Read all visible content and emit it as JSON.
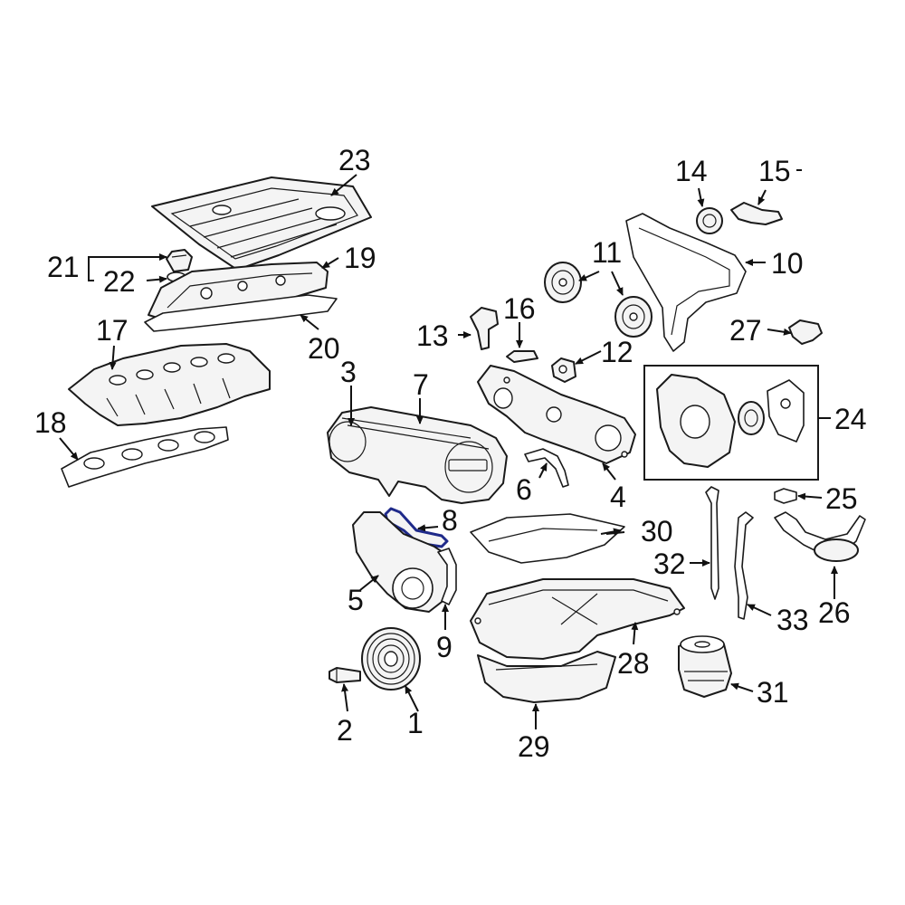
{
  "diagram": {
    "highlight_color": "#1f2a8a",
    "callouts": {
      "c1": "1",
      "c2": "2",
      "c3": "3",
      "c4": "4",
      "c5": "5",
      "c6": "6",
      "c7": "7",
      "c8": "8",
      "c9": "9",
      "c10": "10",
      "c11": "11",
      "c12": "12",
      "c13": "13",
      "c14": "14",
      "c15": "15",
      "c16": "16",
      "c17": "17",
      "c18": "18",
      "c19": "19",
      "c20": "20",
      "c21": "21",
      "c22": "22",
      "c23": "23",
      "c24": "24",
      "c25": "25",
      "c26": "26",
      "c27": "27",
      "c28": "28",
      "c29": "29",
      "c30": "30",
      "c31": "31",
      "c32": "32",
      "c33": "33"
    }
  }
}
